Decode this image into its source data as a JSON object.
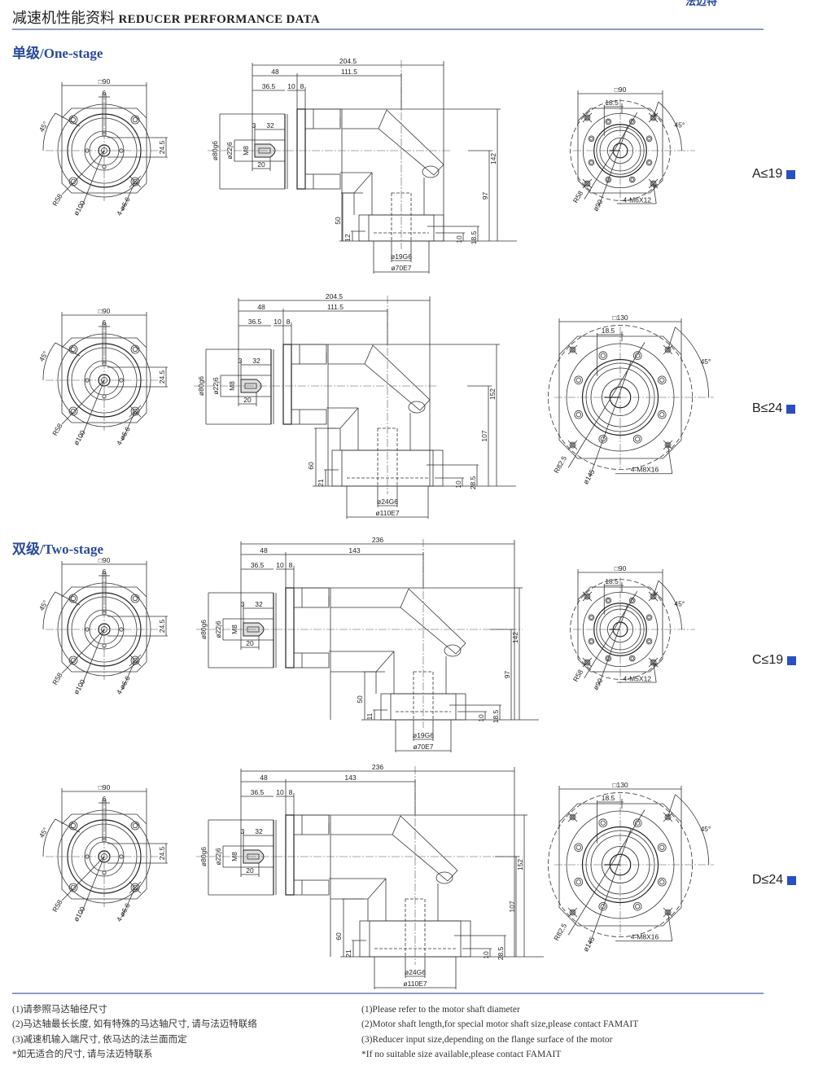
{
  "header": {
    "brand_partial": "法迈特",
    "title_cn": "减速机性能资料",
    "title_en": "REDUCER PERFORMANCE DATA"
  },
  "sections": [
    {
      "title": "单级/One-stage"
    },
    {
      "title": "双级/Two-stage"
    }
  ],
  "colors": {
    "accent": "#2a4a9a",
    "marker": "#2a4fc0",
    "rule": "#8d9bbd"
  },
  "drawings": [
    {
      "label": "A≤19",
      "left": {
        "square": "□90",
        "key": "6",
        "offset": "24.5",
        "angle": "45°",
        "radius": "R58",
        "pcd": "ø100",
        "holes": "4-ø6.6"
      },
      "front": {
        "total": "204.5",
        "d48": "48",
        "d_body": "111.5",
        "d36": "36.5",
        "d10": "10",
        "d8": "8",
        "d3": "3",
        "d32": "32",
        "flange": "ø80g6",
        "shaft": "ø22j6",
        "thread": "M8",
        "d20": "20",
        "neck": "50",
        "base": "12",
        "h_mid": "97",
        "h_total": "142",
        "d10b": "10",
        "d_side": "18.5",
        "bore": "ø19G6",
        "pilot": "ø70E7"
      },
      "right": {
        "square": "□90",
        "offset": "18.5",
        "angle": "45°",
        "radius": "R58",
        "pcd": "ø90",
        "holes": "4-M6X12"
      }
    },
    {
      "label": "B≤24",
      "left": {
        "square": "□90",
        "key": "6",
        "offset": "24.5",
        "angle": "45°",
        "radius": "R58",
        "pcd": "ø100",
        "holes": "4-ø6.6"
      },
      "front": {
        "total": "204.5",
        "d48": "48",
        "d_body": "111.5",
        "d36": "36.5",
        "d10": "10",
        "d8": "8",
        "d3": "3",
        "d32": "32",
        "flange": "ø80g6",
        "shaft": "ø22j6",
        "thread": "M8",
        "d20": "20",
        "neck": "60",
        "base": "21",
        "h_mid": "107",
        "h_total": "152",
        "d10b": "10",
        "d_side": "28.5",
        "bore": "ø24G6",
        "pilot": "ø110E7"
      },
      "right": {
        "square": "□130",
        "offset": "18.5",
        "angle": "45°",
        "radius": "R82.5",
        "pcd": "ø145",
        "holes": "4-M8X16"
      }
    },
    {
      "label": "C≤19",
      "left": {
        "square": "□90",
        "key": "6",
        "offset": "24.5",
        "angle": "45°",
        "radius": "R58",
        "pcd": "ø100",
        "holes": "4-ø6.6"
      },
      "front": {
        "total": "236",
        "d48": "48",
        "d_body": "143",
        "d36": "36.5",
        "d10": "10",
        "d8": "8",
        "d3": "3",
        "d32": "32",
        "flange": "ø80g6",
        "shaft": "ø22j6",
        "thread": "M8",
        "d20": "20",
        "neck": "50",
        "base": "11",
        "h_mid": "97",
        "h_total": "142",
        "d10b": "10",
        "d_side": "18.5",
        "bore": "ø19G6",
        "pilot": "ø70E7"
      },
      "right": {
        "square": "□90",
        "offset": "18.5",
        "angle": "45°",
        "radius": "R58",
        "pcd": "ø90",
        "holes": "4-M5X12"
      }
    },
    {
      "label": "D≤24",
      "left": {
        "square": "□90",
        "key": "6",
        "offset": "24.5",
        "angle": "45°",
        "radius": "R58",
        "pcd": "ø100",
        "holes": "4-ø6.6"
      },
      "front": {
        "total": "236",
        "d48": "48",
        "d_body": "143",
        "d36": "36.5",
        "d10": "10",
        "d8": "8",
        "d3": "3",
        "d32": "32",
        "flange": "ø80g6",
        "shaft": "ø22j6",
        "thread": "M8",
        "d20": "20",
        "neck": "60",
        "base": "21",
        "h_mid": "107",
        "h_total": "152",
        "d10b": "10",
        "d_side": "28.5",
        "bore": "ø24G6",
        "pilot": "ø110E7"
      },
      "right": {
        "square": "□130",
        "offset": "18.5",
        "angle": "45°",
        "radius": "R82.5",
        "pcd": "ø145",
        "holes": "4-M8X16"
      }
    }
  ],
  "notes": {
    "cn": [
      "(1)请参照马达轴径尺寸",
      "(2)马达轴最长长度, 如有特殊的马达轴尺寸, 请与法迈特联络",
      "(3)减速机输入端尺寸, 依马达的法兰面而定",
      "*如无适合的尺寸, 请与法迈特联系"
    ],
    "en": [
      "(1)Please refer to the motor shaft diameter",
      "(2)Motor shaft length,for special motor shaft size,please contact FAMAIT",
      "(3)Reducer input size,depending on the flange surface of the motor",
      "*If no suitable size available,please contact FAMAIT"
    ]
  }
}
